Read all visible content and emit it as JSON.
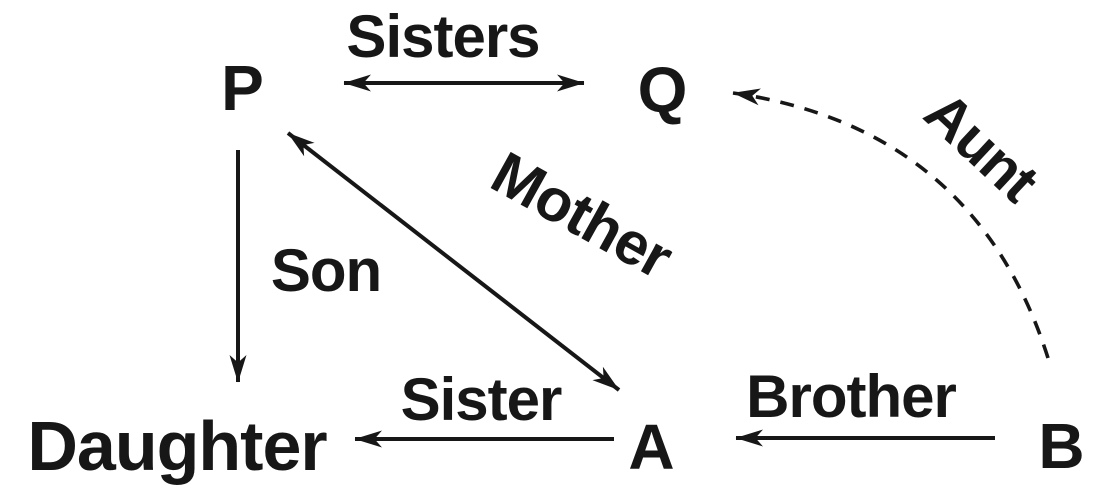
{
  "diagram": {
    "description": "Family relationship diagram connecting persons P, Q, A, B and Daughter with labeled arrows",
    "background_color": "#ffffff",
    "ink_color": "#171717",
    "nodes": {
      "p": "P",
      "q": "Q",
      "daughter": "Daughter",
      "a": "A",
      "b": "B"
    },
    "edges": {
      "sisters": {
        "label": "Sisters",
        "from": "P",
        "to": "Q",
        "arrow": "double",
        "line": "solid"
      },
      "mother": {
        "label": "Mother",
        "from": "A",
        "to": "P",
        "arrow": "double",
        "line": "solid"
      },
      "son": {
        "label": "Son",
        "from": "P",
        "to": "Daughter",
        "arrow": "single",
        "line": "solid"
      },
      "sister": {
        "label": "Sister",
        "from": "A",
        "to": "Daughter",
        "arrow": "single",
        "line": "solid"
      },
      "brother": {
        "label": "Brother",
        "from": "B",
        "to": "A",
        "arrow": "single",
        "line": "solid"
      },
      "aunt": {
        "label": "Aunt",
        "from": "B",
        "to": "Q",
        "arrow": "single",
        "line": "dashed"
      }
    }
  }
}
